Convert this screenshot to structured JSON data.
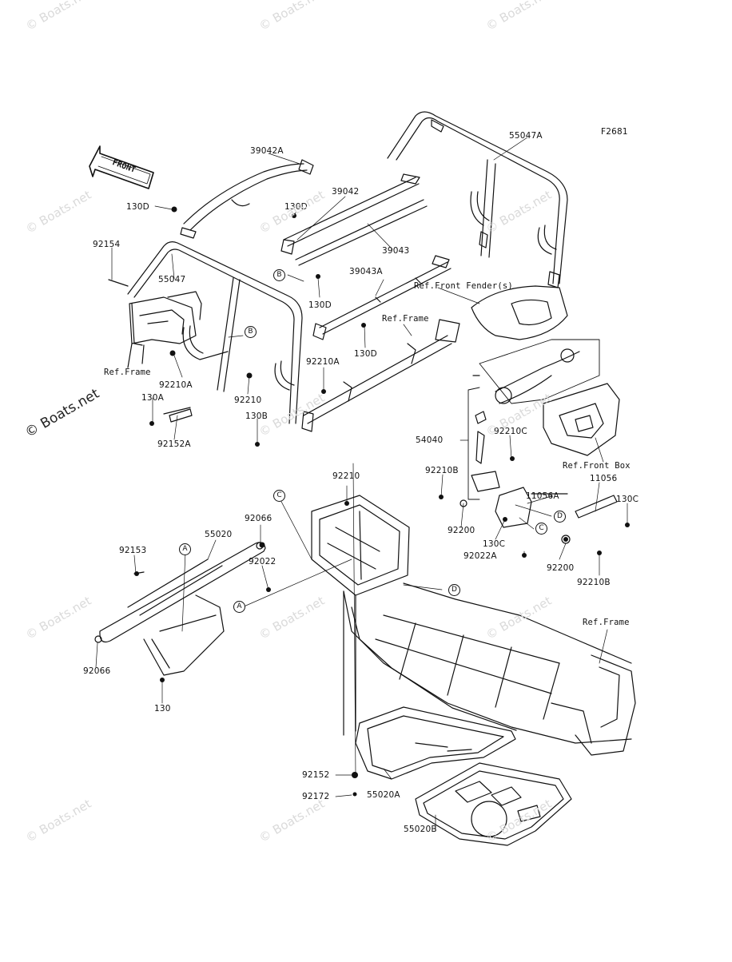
{
  "figure_code": "F2681",
  "front_arrow": "FRONT",
  "watermark": "© Boats.net",
  "parts": [
    {
      "id": "p1",
      "text": "39042A"
    },
    {
      "id": "p2",
      "text": "55047A"
    },
    {
      "id": "p3",
      "text": "130D"
    },
    {
      "id": "p4",
      "text": "39042"
    },
    {
      "id": "p5",
      "text": "130D"
    },
    {
      "id": "p6",
      "text": "92154"
    },
    {
      "id": "p7",
      "text": "39043"
    },
    {
      "id": "p8",
      "text": "55047"
    },
    {
      "id": "p9",
      "text": "39043A"
    },
    {
      "id": "p10",
      "text": "130D"
    },
    {
      "id": "p11",
      "text": "Ref.Frame"
    },
    {
      "id": "p12",
      "text": "130D"
    },
    {
      "id": "p13",
      "text": "Ref.Front Fender(s)"
    },
    {
      "id": "p14",
      "text": "Ref.Frame"
    },
    {
      "id": "p15",
      "text": "92210A"
    },
    {
      "id": "p16",
      "text": "92210A"
    },
    {
      "id": "p17",
      "text": "130A"
    },
    {
      "id": "p18",
      "text": "92210"
    },
    {
      "id": "p19",
      "text": "130B"
    },
    {
      "id": "p20",
      "text": "92152A"
    },
    {
      "id": "p21",
      "text": "54040"
    },
    {
      "id": "p22",
      "text": "92210C"
    },
    {
      "id": "p23",
      "text": "Ref.Front Box"
    },
    {
      "id": "p24",
      "text": "92210"
    },
    {
      "id": "p25",
      "text": "92210B"
    },
    {
      "id": "p26",
      "text": "11056"
    },
    {
      "id": "p27",
      "text": "11056A"
    },
    {
      "id": "p28",
      "text": "130C"
    },
    {
      "id": "p29",
      "text": "92066"
    },
    {
      "id": "p30",
      "text": "92200"
    },
    {
      "id": "p31",
      "text": "130C"
    },
    {
      "id": "p32",
      "text": "55020"
    },
    {
      "id": "p33",
      "text": "92153"
    },
    {
      "id": "p34",
      "text": "92022A"
    },
    {
      "id": "p35",
      "text": "92022"
    },
    {
      "id": "p36",
      "text": "92200"
    },
    {
      "id": "p37",
      "text": "92210B"
    },
    {
      "id": "p38",
      "text": "Ref.Frame"
    },
    {
      "id": "p39",
      "text": "92066"
    },
    {
      "id": "p40",
      "text": "130"
    },
    {
      "id": "p41",
      "text": "92152"
    },
    {
      "id": "p42",
      "text": "55020A"
    },
    {
      "id": "p43",
      "text": "92172"
    },
    {
      "id": "p44",
      "text": "55020B"
    }
  ],
  "callouts": [
    {
      "id": "c1",
      "letter": "B"
    },
    {
      "id": "c2",
      "letter": "B"
    },
    {
      "id": "c3",
      "letter": "C"
    },
    {
      "id": "c4",
      "letter": "D"
    },
    {
      "id": "c5",
      "letter": "C"
    },
    {
      "id": "c6",
      "letter": "A"
    },
    {
      "id": "c7",
      "letter": "A"
    },
    {
      "id": "c8",
      "letter": "D"
    }
  ]
}
